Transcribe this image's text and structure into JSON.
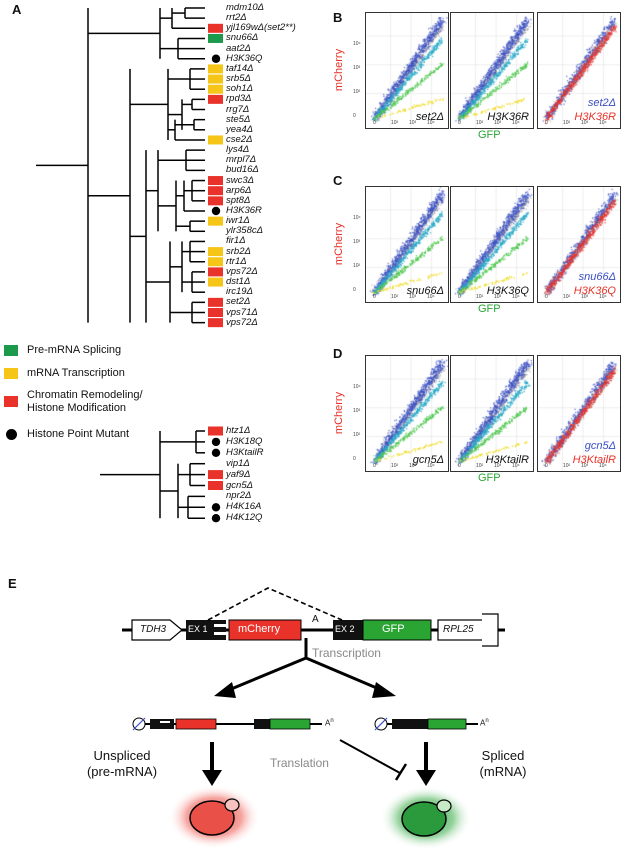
{
  "panel_labels": {
    "a": "A",
    "b": "B",
    "c": "C",
    "d": "D",
    "e": "E"
  },
  "colors": {
    "splicing": "#1a9a4a",
    "transcription": "#f5c518",
    "chromatin": "#e8322a",
    "point_mutant": "#000000",
    "mcherry": "#e8322a",
    "gfp": "#2aa534",
    "blue": "#3a4fc4"
  },
  "tree": {
    "upper_genes": [
      {
        "label": "mdm10Δ",
        "mark": "none"
      },
      {
        "label": "rrt2Δ",
        "mark": "none"
      },
      {
        "label": "yjl169wΔ(set2**)",
        "mark": "chromatin"
      },
      {
        "label": "snu66Δ",
        "mark": "splicing"
      },
      {
        "label": "aat2Δ",
        "mark": "none"
      },
      {
        "label": "H3K36Q",
        "mark": "point_mutant"
      },
      {
        "label": "taf14Δ",
        "mark": "transcription"
      },
      {
        "label": "srb5Δ",
        "mark": "transcription"
      },
      {
        "label": "soh1Δ",
        "mark": "transcription"
      },
      {
        "label": "rpd3Δ",
        "mark": "chromatin"
      },
      {
        "label": "rrg7Δ",
        "mark": "none"
      },
      {
        "label": "ste5Δ",
        "mark": "none"
      },
      {
        "label": "yea4Δ",
        "mark": "none"
      },
      {
        "label": "cse2Δ",
        "mark": "transcription"
      },
      {
        "label": "lys4Δ",
        "mark": "none"
      },
      {
        "label": "mrpl7Δ",
        "mark": "none"
      },
      {
        "label": "bud16Δ",
        "mark": "none"
      },
      {
        "label": "swc3Δ",
        "mark": "chromatin"
      },
      {
        "label": "arp6Δ",
        "mark": "chromatin"
      },
      {
        "label": "spt8Δ",
        "mark": "chromatin"
      },
      {
        "label": "H3K36R",
        "mark": "point_mutant"
      },
      {
        "label": "iwr1Δ",
        "mark": "transcription"
      },
      {
        "label": "ylr358cΔ",
        "mark": "none"
      },
      {
        "label": "fir1Δ",
        "mark": "none"
      },
      {
        "label": "srb2Δ",
        "mark": "transcription"
      },
      {
        "label": "rtr1Δ",
        "mark": "transcription"
      },
      {
        "label": "vps72Δ",
        "mark": "chromatin"
      },
      {
        "label": "dst1Δ",
        "mark": "transcription"
      },
      {
        "label": "irc19Δ",
        "mark": "none"
      },
      {
        "label": "set2Δ",
        "mark": "chromatin"
      },
      {
        "label": "vps71Δ",
        "mark": "chromatin"
      },
      {
        "label": "vps72Δ",
        "mark": "chromatin"
      }
    ],
    "lower_genes": [
      {
        "label": "htz1Δ",
        "mark": "chromatin"
      },
      {
        "label": "H3K18Q",
        "mark": "point_mutant"
      },
      {
        "label": "H3KtailR",
        "mark": "point_mutant"
      },
      {
        "label": "vip1Δ",
        "mark": "none"
      },
      {
        "label": "yaf9Δ",
        "mark": "chromatin"
      },
      {
        "label": "gcn5Δ",
        "mark": "chromatin"
      },
      {
        "label": "npr2Δ",
        "mark": "none"
      },
      {
        "label": "H4K16A",
        "mark": "point_mutant"
      },
      {
        "label": "H4K12Q",
        "mark": "point_mutant"
      }
    ]
  },
  "legend": [
    {
      "label": "Pre-mRNA Splicing",
      "key": "splicing",
      "shape": "square"
    },
    {
      "label": "mRNA Transcription",
      "key": "transcription",
      "shape": "square"
    },
    {
      "label": "Chromatin Remodeling/",
      "label2": "Histone Modification",
      "key": "chromatin",
      "shape": "square"
    },
    {
      "label": "Histone Point Mutant",
      "key": "point_mutant",
      "shape": "circle"
    }
  ],
  "scatter_panels": [
    {
      "row": "B",
      "left": "set2Δ",
      "middle": "H3K36R",
      "right_blue": "set2Δ",
      "right_red": "H3K36R"
    },
    {
      "row": "C",
      "left": "snu66Δ",
      "middle": "H3K36Q",
      "right_blue": "snu66Δ",
      "right_red": "H3K36Q"
    },
    {
      "row": "D",
      "left": "gcn5Δ",
      "middle": "H3KtailR",
      "right_blue": "gcn5Δ",
      "right_red": "H3KtailR"
    }
  ],
  "axes": {
    "y": "mCherry",
    "x": "GFP"
  },
  "ticks": {
    "x": [
      "0",
      "10²",
      "10³",
      "10⁴"
    ],
    "y": [
      "0",
      "10²",
      "10³",
      "10⁴"
    ]
  },
  "diagram": {
    "promoter": "TDH3",
    "ex1": "EX 1",
    "mcherry": "mCherry",
    "intron_a": "A",
    "ex2": "EX 2",
    "gfp": "GFP",
    "terminator": "RPL25",
    "transcription": "Transcription",
    "translation": "Translation",
    "polya": "A",
    "polya_sup": "n",
    "unspliced_1": "Unspliced",
    "unspliced_2": "(pre-mRNA)",
    "spliced_1": "Spliced",
    "spliced_2": "(mRNA)"
  }
}
